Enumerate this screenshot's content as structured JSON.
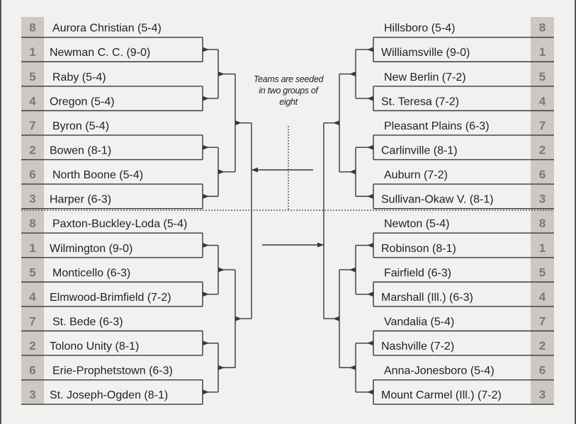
{
  "note": "Teams are seeded in two groups of eight",
  "colors": {
    "seed_column": "#ccc9c5",
    "line": "#3a3735",
    "background": "#f3f1ef"
  },
  "left": [
    {
      "seed": "8",
      "name": "Aurora Christian (5-4)"
    },
    {
      "seed": "1",
      "name": "Newman C. C. (9-0)"
    },
    {
      "seed": "5",
      "name": "Raby (5-4)"
    },
    {
      "seed": "4",
      "name": "Oregon (5-4)"
    },
    {
      "seed": "7",
      "name": "Byron (5-4)"
    },
    {
      "seed": "2",
      "name": "Bowen (8-1)"
    },
    {
      "seed": "6",
      "name": "North Boone (5-4)"
    },
    {
      "seed": "3",
      "name": "Harper (6-3)"
    },
    {
      "seed": "8",
      "name": "Paxton-Buckley-Loda (5-4)"
    },
    {
      "seed": "1",
      "name": "Wilmington (9-0)"
    },
    {
      "seed": "5",
      "name": "Monticello (6-3)"
    },
    {
      "seed": "4",
      "name": "Elmwood-Brimfield (7-2)"
    },
    {
      "seed": "7",
      "name": "St. Bede (6-3)"
    },
    {
      "seed": "2",
      "name": "Tolono Unity (8-1)"
    },
    {
      "seed": "6",
      "name": "Erie-Prophetstown (6-3)"
    },
    {
      "seed": "3",
      "name": "St. Joseph-Ogden (8-1)"
    }
  ],
  "right": [
    {
      "seed": "8",
      "name": "Hillsboro (5-4)"
    },
    {
      "seed": "1",
      "name": "Williamsville (9-0)"
    },
    {
      "seed": "5",
      "name": "New Berlin (7-2)"
    },
    {
      "seed": "4",
      "name": "St. Teresa (7-2)"
    },
    {
      "seed": "7",
      "name": "Pleasant Plains (6-3)"
    },
    {
      "seed": "2",
      "name": "Carlinville (8-1)"
    },
    {
      "seed": "6",
      "name": "Auburn (7-2)"
    },
    {
      "seed": "3",
      "name": "Sullivan-Okaw V. (8-1)"
    },
    {
      "seed": "8",
      "name": "Newton (5-4)"
    },
    {
      "seed": "1",
      "name": "Robinson (8-1)"
    },
    {
      "seed": "5",
      "name": "Fairfield (6-3)"
    },
    {
      "seed": "4",
      "name": "Marshall (Ill.) (6-3)"
    },
    {
      "seed": "7",
      "name": "Vandalia (5-4)"
    },
    {
      "seed": "2",
      "name": "Nashville (7-2)"
    },
    {
      "seed": "6",
      "name": "Anna-Jonesboro (5-4)"
    },
    {
      "seed": "3",
      "name": "Mount Carmel (Ill.) (7-2)"
    }
  ]
}
